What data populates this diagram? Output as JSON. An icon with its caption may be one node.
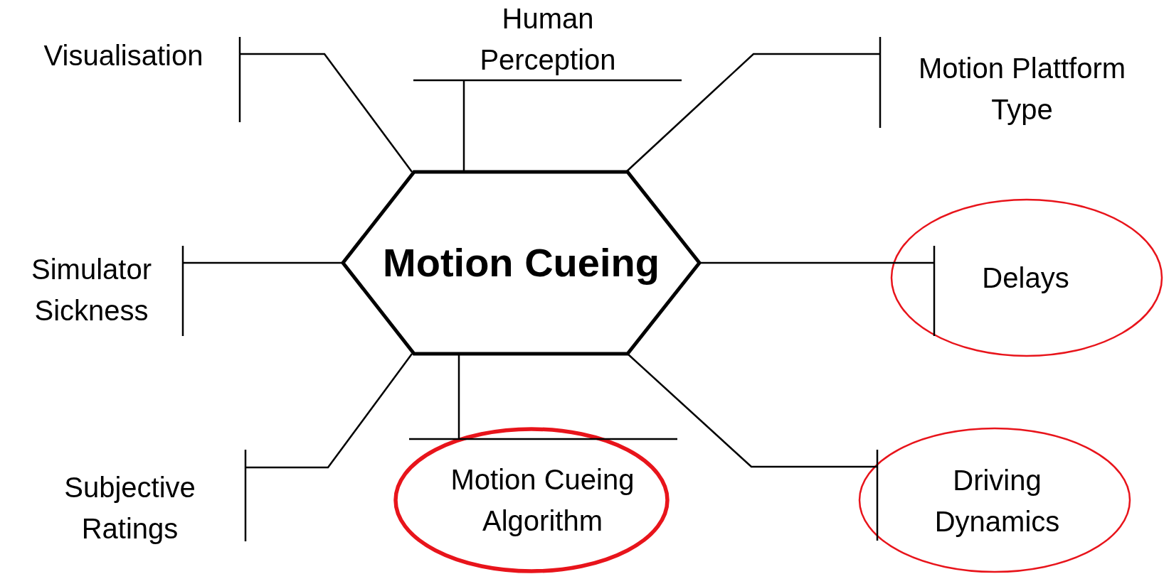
{
  "diagram": {
    "nodes": [
      {
        "text": [
          "Motion Cueing"
        ]
      },
      {
        "text": [
          "Visualisation"
        ]
      },
      {
        "text": [
          "Human Perception"
        ]
      },
      {
        "text": [
          "Motion Plattform Type"
        ]
      },
      {
        "text": [
          "Simulator Sickness"
        ]
      },
      {
        "text": [
          "Delays"
        ]
      },
      {
        "text": [
          "Subjective Ratings"
        ]
      },
      {
        "text": [
          "Motion Cueing Algorithm"
        ]
      },
      {
        "text": [
          "Driving Dynamics"
        ]
      }
    ],
    "edges": [
      {
        "from": 0,
        "to": 1,
        "arrow": "other"
      },
      {
        "from": 0,
        "to": 2,
        "arrow": "other"
      },
      {
        "from": 0,
        "to": 3,
        "arrow": "other"
      },
      {
        "from": 0,
        "to": 4,
        "arrow": "other"
      },
      {
        "from": 0,
        "to": 5,
        "arrow": "other"
      },
      {
        "from": 0,
        "to": 6,
        "arrow": "other"
      },
      {
        "from": 0,
        "to": 7,
        "arrow": "other"
      },
      {
        "from": 0,
        "to": 8,
        "arrow": "other"
      }
    ]
  }
}
